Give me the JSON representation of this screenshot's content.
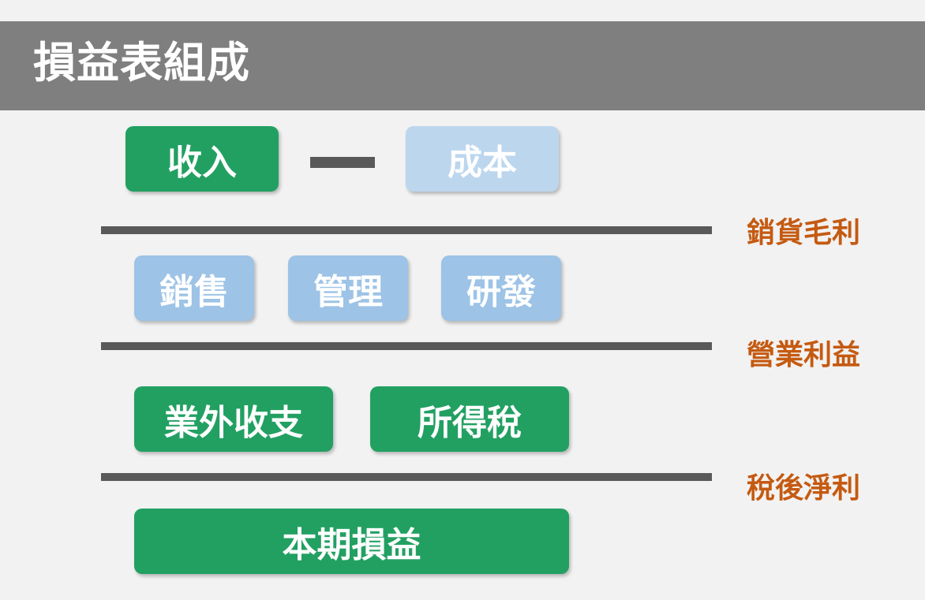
{
  "title": "損益表組成",
  "row1": {
    "revenue": "收入",
    "cost": "成本"
  },
  "results": {
    "gross_profit": "銷貨毛利",
    "operating_income": "營業利益",
    "net_income": "稅後淨利"
  },
  "row2": {
    "sales": "銷售",
    "management": "管理",
    "rnd": "研發"
  },
  "row3": {
    "non_operating": "業外收支",
    "income_tax": "所得稅"
  },
  "row4": {
    "period_pnl": "本期損益"
  },
  "colors": {
    "green": "#22a062",
    "light_blue": "#bcd6ee",
    "mid_blue": "#9dc3e6",
    "result_orange": "#c55a11",
    "rule_gray": "#595959",
    "title_bar": "#7f7f7f"
  }
}
